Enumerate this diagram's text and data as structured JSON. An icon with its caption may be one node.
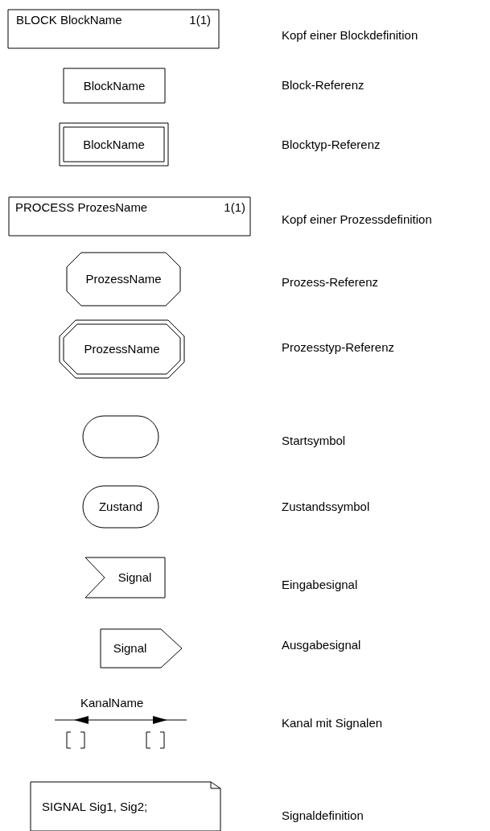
{
  "diagram": {
    "nodes": [
      {
        "text": [
          "BLOCK BlockName",
          "1(1)"
        ]
      },
      {
        "text": [
          "BlockName"
        ]
      },
      {
        "text": [
          "BlockName"
        ]
      },
      {
        "text": [
          "PROCESS ProzesName",
          "1(1)"
        ]
      },
      {
        "text": [
          "ProzessName"
        ]
      },
      {
        "text": [
          "ProzessName"
        ]
      },
      {
        "text": [],
        "shape": "oval"
      },
      {
        "text": [
          "Zustand"
        ]
      },
      {
        "text": [
          "Signal"
        ]
      },
      {
        "text": [
          "Signal"
        ]
      },
      {
        "text": [
          "SIGNAL Sig1, Sig2;"
        ]
      }
    ],
    "labels": [
      "Kopf einer Blockdefinition",
      "Block-Referenz",
      "Blocktyp-Referenz",
      "Kopf einer Prozessdefinition",
      "Prozess-Referenz",
      "Prozesstyp-Referenz",
      "Startsymbol",
      "Zustandssymbol",
      "Eingabesignal",
      "Ausgabesignal",
      "KanalName",
      "Kanal mit Signalen",
      "Signaldefinition"
    ]
  }
}
